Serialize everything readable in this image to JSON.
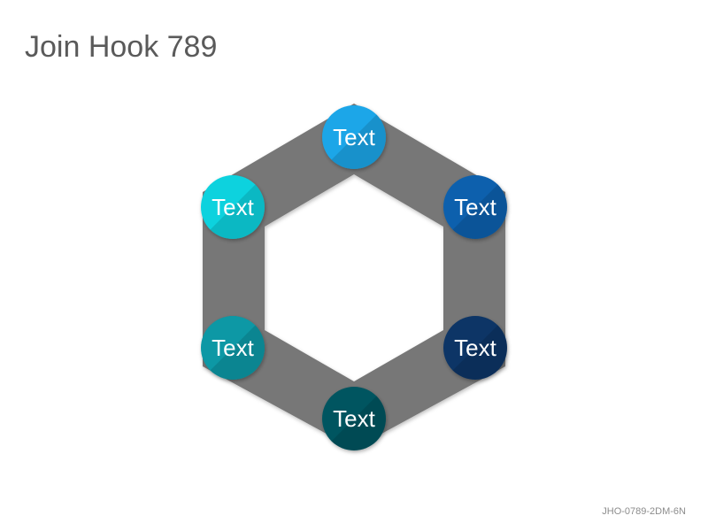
{
  "slide": {
    "title": "Join Hook 789",
    "footer_code": "JHO-0789-2DM-6N"
  },
  "colors": {
    "ring": "#777777",
    "node_text": "#ffffff"
  },
  "diagram": {
    "nodes": [
      {
        "label": "Text",
        "color": "#1aa6e8"
      },
      {
        "label": "Text",
        "color": "#0a60ad"
      },
      {
        "label": "Text",
        "color": "#0b3566"
      },
      {
        "label": "Text",
        "color": "#065560"
      },
      {
        "label": "Text",
        "color": "#0898a5"
      },
      {
        "label": "Text",
        "color": "#11d2de"
      }
    ]
  }
}
